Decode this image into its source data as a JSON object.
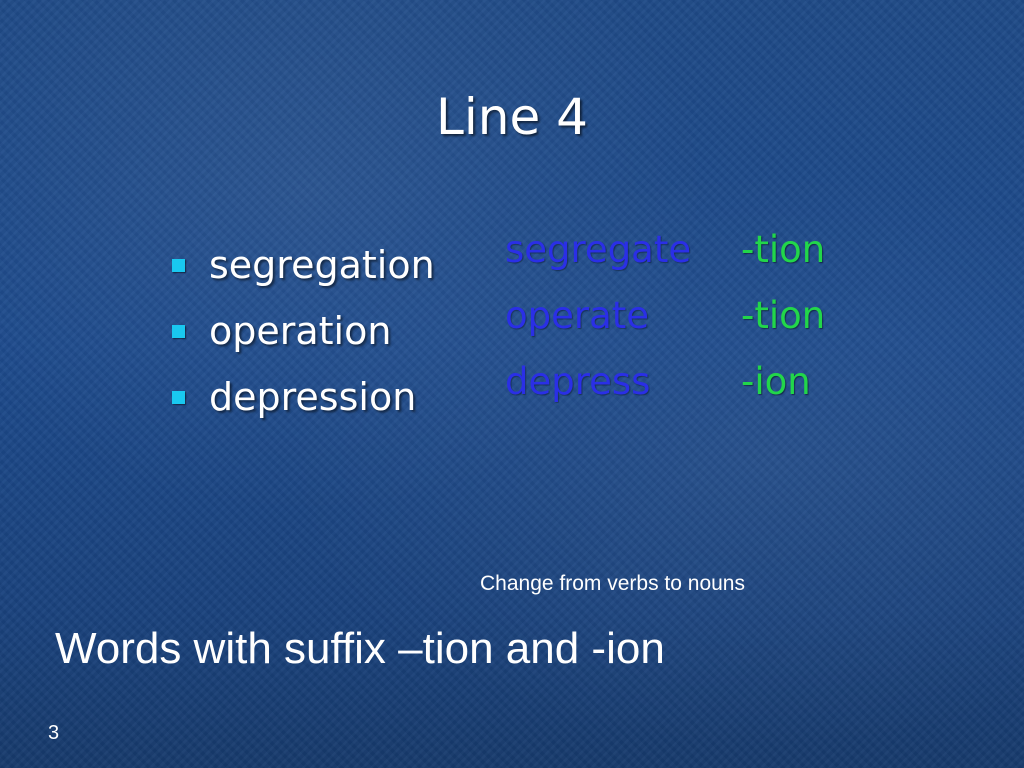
{
  "slide": {
    "title": "Line 4",
    "bullets": [
      {
        "text": "segregation"
      },
      {
        "text": "operation"
      },
      {
        "text": "depression"
      }
    ],
    "word_breakdown": [
      {
        "verb": "segregate",
        "suffix": "-tion"
      },
      {
        "verb": "operate",
        "suffix": "-tion"
      },
      {
        "verb": "depress",
        "suffix": "-ion"
      }
    ],
    "note": "Change from verbs to nouns",
    "footer": "Words with suffix –tion and -ion",
    "page_number": "3"
  },
  "colors": {
    "background": "#1d4a8c",
    "bullet_marker": "#19c8f0",
    "verb_text": "#2a2fe6",
    "suffix_text": "#22d64a",
    "text": "#ffffff"
  }
}
